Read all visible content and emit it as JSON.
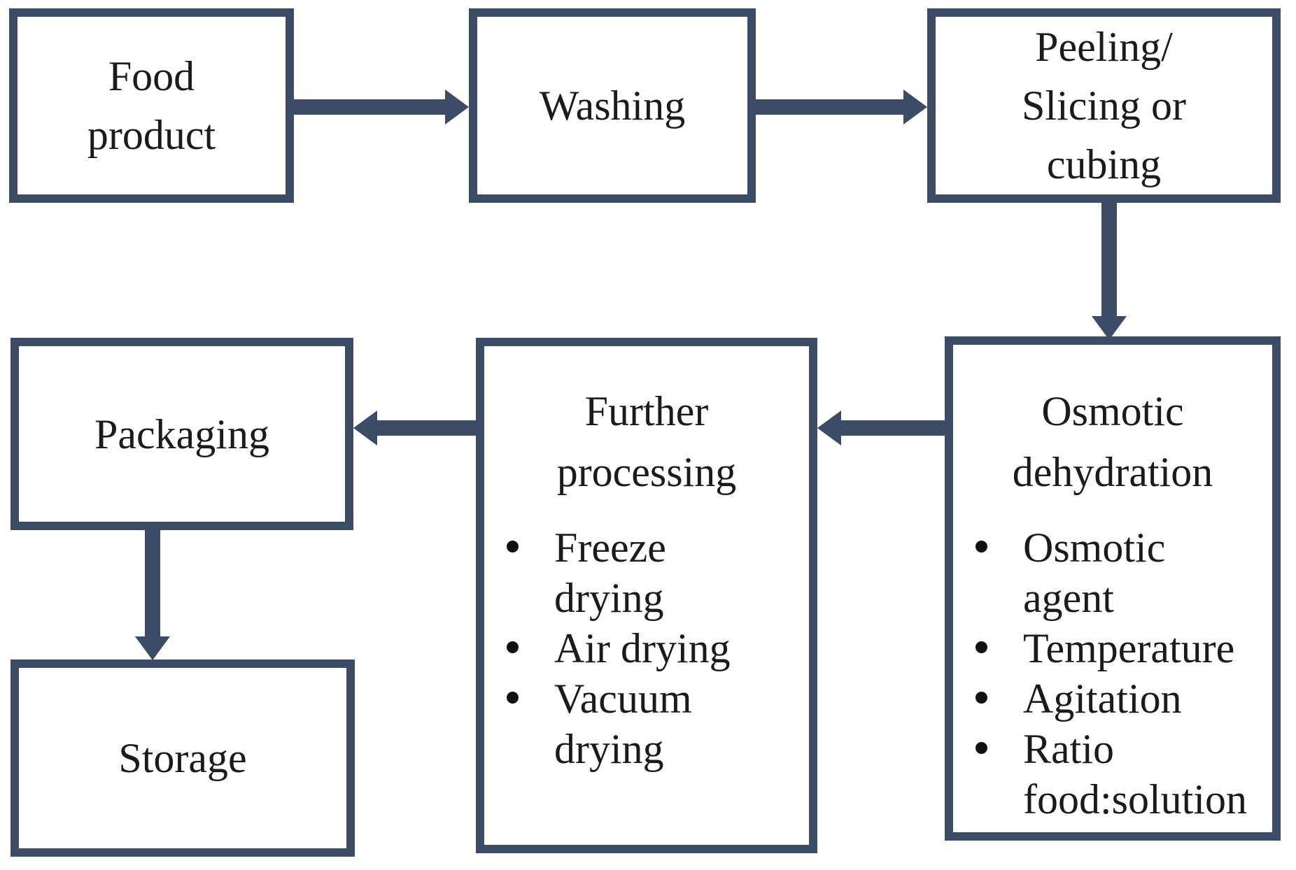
{
  "style": {
    "line_color": "#3d4c66",
    "text_color": "#1b1b1b",
    "box_fill": "#ffffff"
  },
  "nodes": {
    "food_product": {
      "label": "Food product"
    },
    "washing": {
      "label": "Washing"
    },
    "peeling": {
      "label": "Peeling/ Slicing or cubing"
    },
    "osmotic": {
      "title": "Osmotic dehydration",
      "bullets": [
        "Osmotic agent",
        "Temperature",
        "Agitation",
        "Ratio food:solution"
      ]
    },
    "further": {
      "title": "Further processing",
      "bullets": [
        "Freeze drying",
        "Air drying",
        "Vacuum drying"
      ]
    },
    "packaging": {
      "label": "Packaging"
    },
    "storage": {
      "label": "Storage"
    }
  },
  "edges": [
    {
      "from": "food_product",
      "to": "washing"
    },
    {
      "from": "washing",
      "to": "peeling"
    },
    {
      "from": "peeling",
      "to": "osmotic"
    },
    {
      "from": "osmotic",
      "to": "further"
    },
    {
      "from": "further",
      "to": "packaging"
    },
    {
      "from": "packaging",
      "to": "storage"
    }
  ]
}
